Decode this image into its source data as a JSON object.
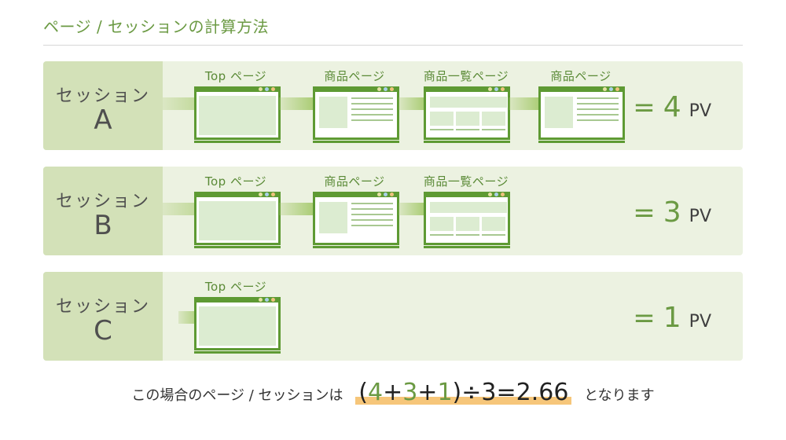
{
  "title": "ページ / セッションの計算方法",
  "sessions": [
    {
      "word": "セッション",
      "letter": "A",
      "pages": [
        "Top ページ",
        "商品ページ",
        "商品一覧ページ",
        "商品ページ"
      ],
      "pv": {
        "eq": "=",
        "num": "4",
        "unit": "PV"
      }
    },
    {
      "word": "セッション",
      "letter": "B",
      "pages": [
        "Top ページ",
        "商品ページ",
        "商品一覧ページ"
      ],
      "pv": {
        "eq": "=",
        "num": "3",
        "unit": "PV"
      }
    },
    {
      "word": "セッション",
      "letter": "C",
      "pages": [
        "Top ページ"
      ],
      "pv": {
        "eq": "=",
        "num": "1",
        "unit": "PV"
      }
    }
  ],
  "summary": {
    "prefix": "この場合のページ / セッションは",
    "open": "(",
    "a": "4",
    "plus1": "+",
    "b": "3",
    "plus2": "+",
    "c": "1",
    "close": ")",
    "div": "÷",
    "denominator": "3",
    "eq": "=",
    "result": "2.66",
    "suffix": "となります"
  },
  "colors": {
    "accent_green": "#6b9a43",
    "label_bg": "#d3e1b8",
    "row_bg": "#ecf2e1",
    "browser_green": "#5e9a33",
    "highlight": "#f6c67a"
  }
}
